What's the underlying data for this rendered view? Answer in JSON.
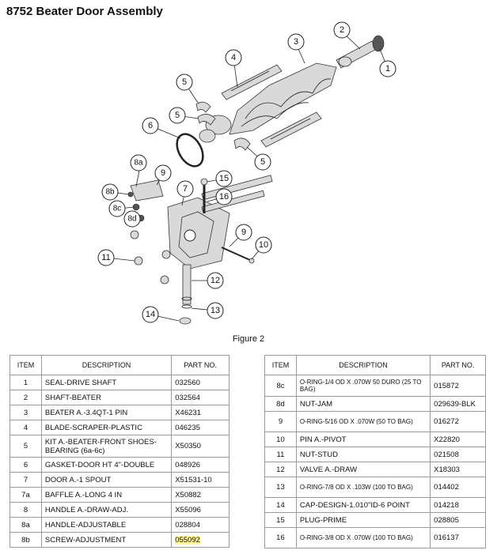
{
  "title": "8752 Beater Door Assembly",
  "figure_caption": "Figure 2",
  "callouts": [
    "1",
    "2",
    "3",
    "4",
    "5",
    "5",
    "5",
    "6",
    "7",
    "8a",
    "8b",
    "8c",
    "8d",
    "9",
    "9",
    "10",
    "11",
    "12",
    "13",
    "14",
    "15",
    "16"
  ],
  "headers": {
    "item": "ITEM",
    "description": "DESCRIPTION",
    "part_no": "PART NO."
  },
  "left_rows": [
    {
      "item": "1",
      "desc": "SEAL-DRIVE SHAFT",
      "part": "032560"
    },
    {
      "item": "2",
      "desc": "SHAFT-BEATER",
      "part": "032564"
    },
    {
      "item": "3",
      "desc": "BEATER A.-3.4QT-1 PIN",
      "part": "X46231"
    },
    {
      "item": "4",
      "desc": "BLADE-SCRAPER-PLASTIC",
      "part": "046235"
    },
    {
      "item": "5",
      "desc": "KIT A.-BEATER-FRONT SHOES-BEARING (6a-6c)",
      "part": "X50350"
    },
    {
      "item": "6",
      "desc": "GASKET-DOOR HT 4\"-DOUBLE",
      "part": "048926"
    },
    {
      "item": "7",
      "desc": "DOOR A.-1 SPOUT",
      "part": "X51531-10"
    },
    {
      "item": "7a",
      "desc": "BAFFLE A.-LONG 4 IN",
      "part": "X50882"
    },
    {
      "item": "8",
      "desc": "HANDLE A.-DRAW-ADJ.",
      "part": "X55096"
    },
    {
      "item": "8a",
      "desc": "HANDLE-ADJUSTABLE",
      "part": "028804"
    },
    {
      "item": "8b",
      "desc": "SCREW-ADJUSTMENT",
      "part": "055092"
    }
  ],
  "right_rows": [
    {
      "item": "8c",
      "desc": "O-RING-1/4 OD X .070W 50 DURO (25 TO BAG)",
      "part": "015872"
    },
    {
      "item": "8d",
      "desc": "NUT-JAM",
      "part": "029639-BLK"
    },
    {
      "item": "9",
      "desc": "O-RING-5/16 OD X .070W (50 TO BAG)",
      "part": "016272"
    },
    {
      "item": "10",
      "desc": "PIN A.-PIVOT",
      "part": "X22820"
    },
    {
      "item": "11",
      "desc": "NUT-STUD",
      "part": "021508"
    },
    {
      "item": "12",
      "desc": "VALVE A.-DRAW",
      "part": "X18303"
    },
    {
      "item": "13",
      "desc": "O-RING-7/8 OD X .103W (100 TO BAG)",
      "part": "014402"
    },
    {
      "item": "14",
      "desc": "CAP-DESIGN-1.010\"ID-6 POINT",
      "part": "014218"
    },
    {
      "item": "15",
      "desc": "PLUG-PRIME",
      "part": "028805"
    },
    {
      "item": "16",
      "desc": "O-RING-3/8 OD X .070W (100 TO BAG)",
      "part": "016137"
    }
  ],
  "highlight_color": "#fff59a"
}
